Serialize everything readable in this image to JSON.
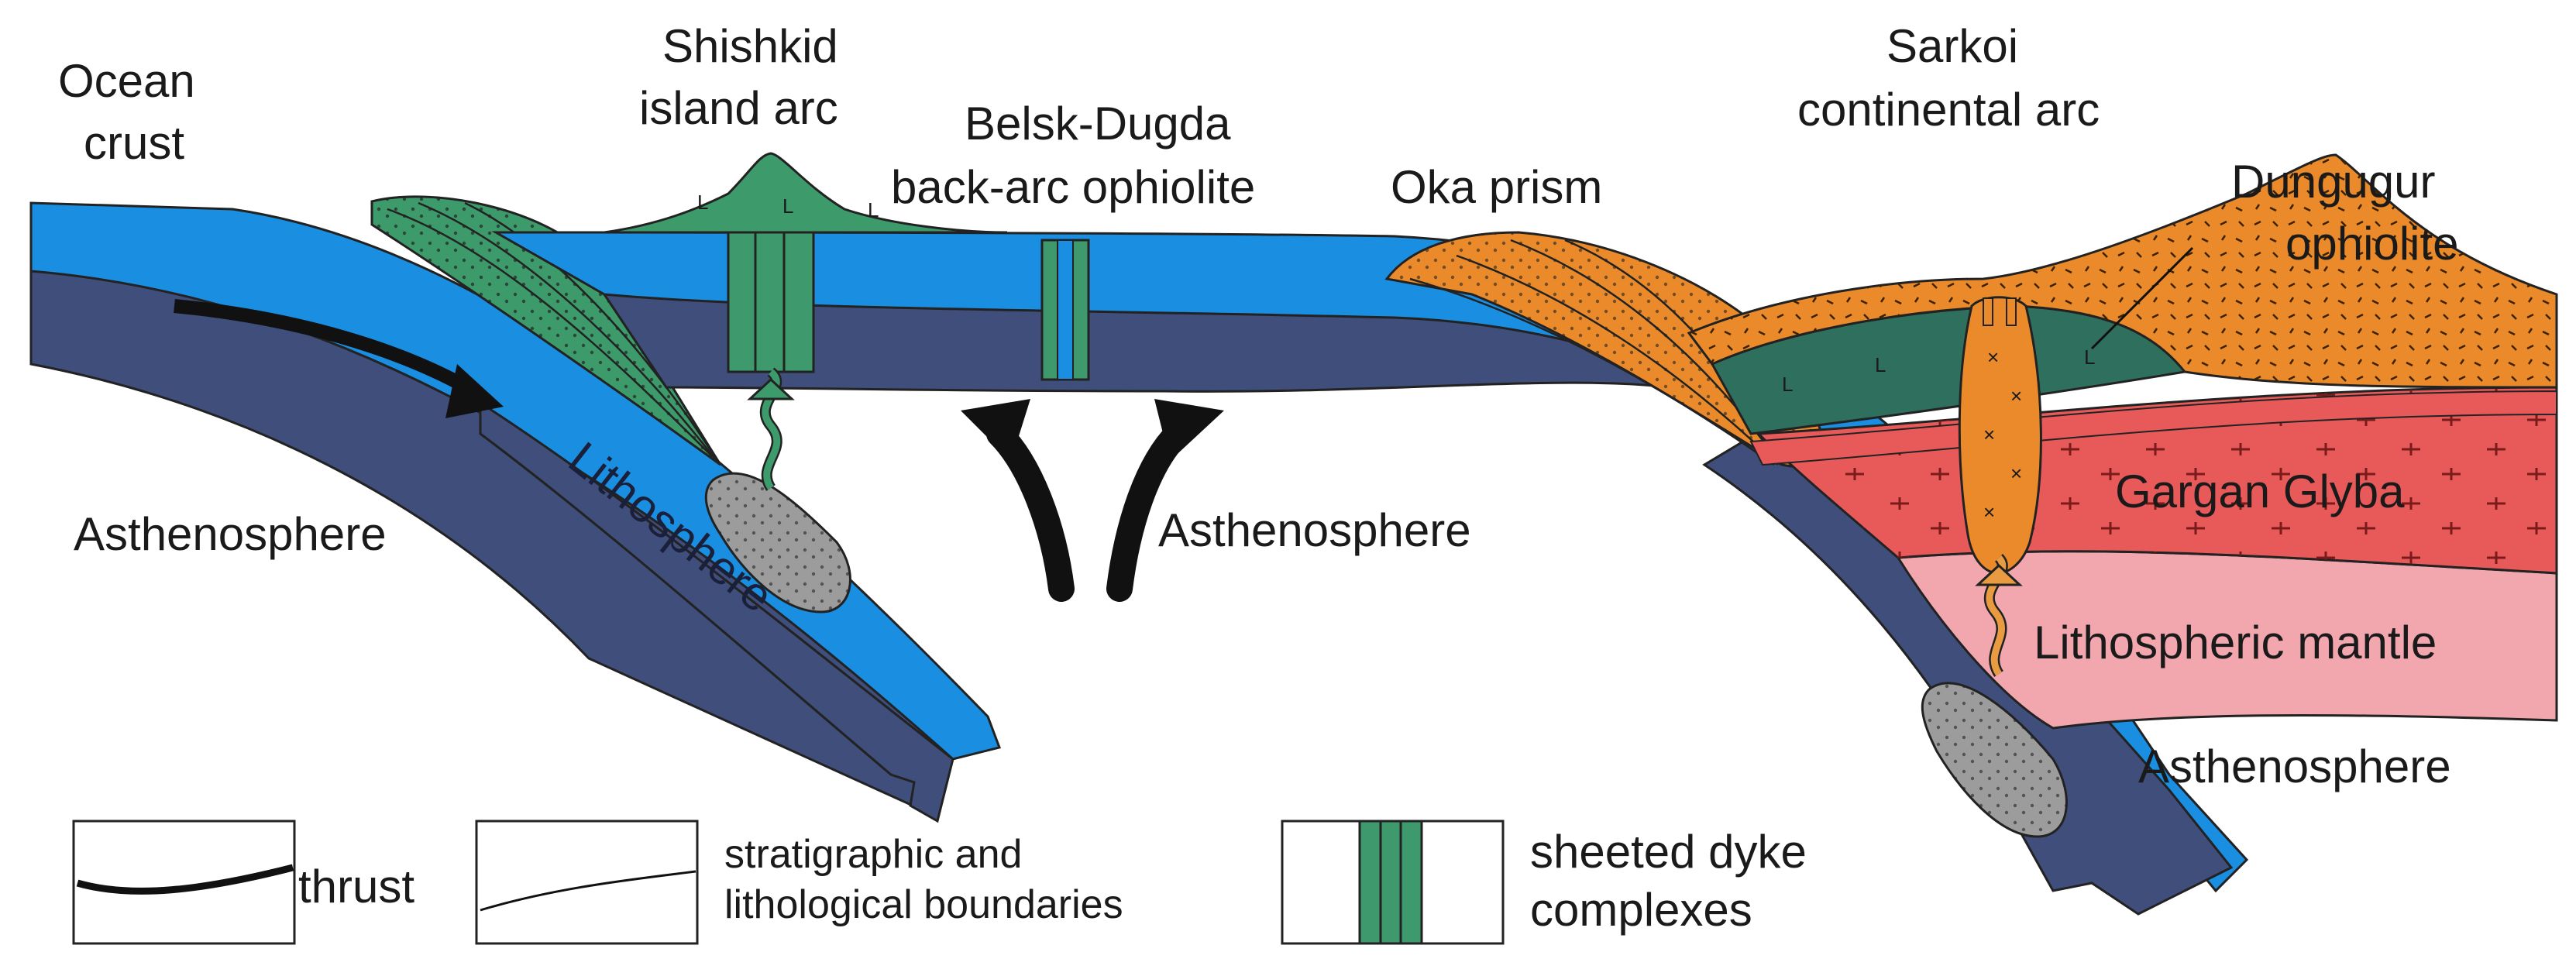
{
  "labels": {
    "ocean_crust": [
      "Ocean",
      "crust"
    ],
    "shishkid": [
      "Shishkid",
      "island arc"
    ],
    "belsk": [
      "Belsk-Dugda",
      "back-arc ophiolite"
    ],
    "oka": "Oka prism",
    "sarkoi": [
      "Sarkoi",
      "continental arc"
    ],
    "dungugur": [
      "Dungugur",
      "ophiolite"
    ],
    "asthenosphere_left": "Asthenosphere",
    "asthenosphere_center": "Asthenosphere",
    "asthenosphere_right": "Asthenosphere",
    "lithosphere": "Lithosphere",
    "gargan": "Gargan Glyba",
    "lithospheric_mantle": "Lithospheric mantle"
  },
  "legend": {
    "thrust": "thrust",
    "boundaries": [
      "stratigraphic and",
      "lithological boundaries"
    ],
    "dykes": [
      "sheeted dyke",
      "complexes"
    ]
  },
  "colors": {
    "ocean_crust": "#1a8ee0",
    "lithosphere": "#3f4e7a",
    "island_arc": "#3d9a6a",
    "dyke": "#3e9a6c",
    "ophiolite_dark": "#2f6f5e",
    "continental_arc": "#ea8a2a",
    "gargan": "#e85a5a",
    "mantle": "#f2a6ad",
    "melange": "#9c9c9c",
    "orange_arrow": "#e89b40"
  }
}
